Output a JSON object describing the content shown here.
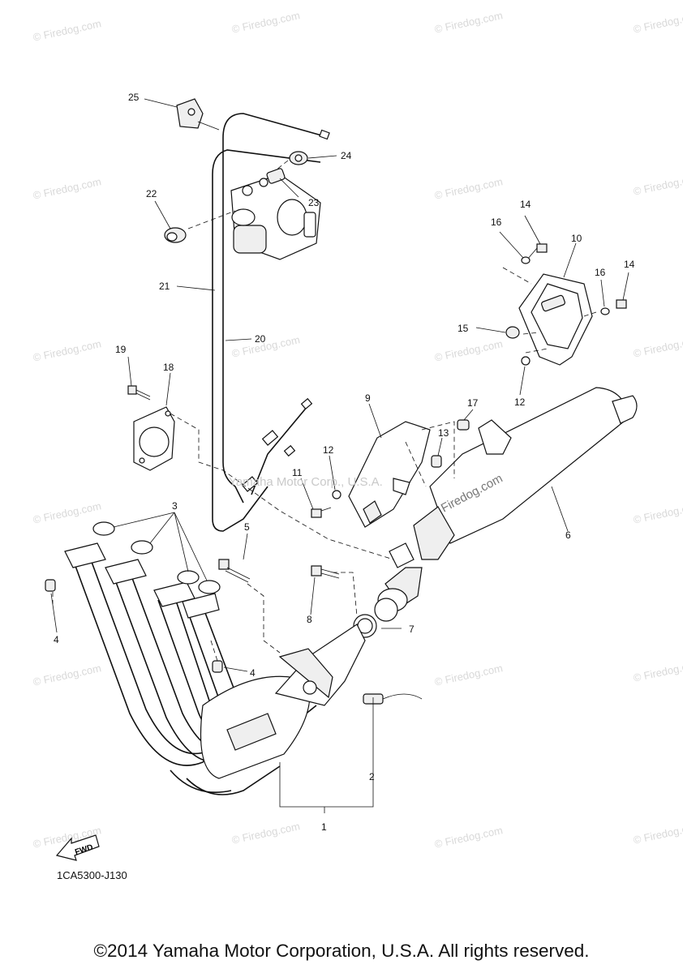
{
  "watermark_text": "© Firedog.com",
  "center_watermark": "Yamaha Motor Corp., U.S.A.",
  "product_watermark": "Firedog.com",
  "part_numbers": {
    "p1": "1",
    "p2": "2",
    "p3": "3",
    "p4a": "4",
    "p4b": "4",
    "p5": "5",
    "p6": "6",
    "p7": "7",
    "p8": "8",
    "p9": "9",
    "p10": "10",
    "p11": "11",
    "p12a": "12",
    "p12b": "12",
    "p13": "13",
    "p14a": "14",
    "p14b": "14",
    "p15": "15",
    "p16a": "16",
    "p16b": "16",
    "p17": "17",
    "p18": "18",
    "p19": "19",
    "p20": "20",
    "p21": "21",
    "p22": "22",
    "p23": "23",
    "p24": "24",
    "p25": "25"
  },
  "fwd_label": "FWD",
  "diagram_code": "1CA5300-J130",
  "copyright": "©2014 Yamaha Motor Corporation, U.S.A. All rights reserved."
}
